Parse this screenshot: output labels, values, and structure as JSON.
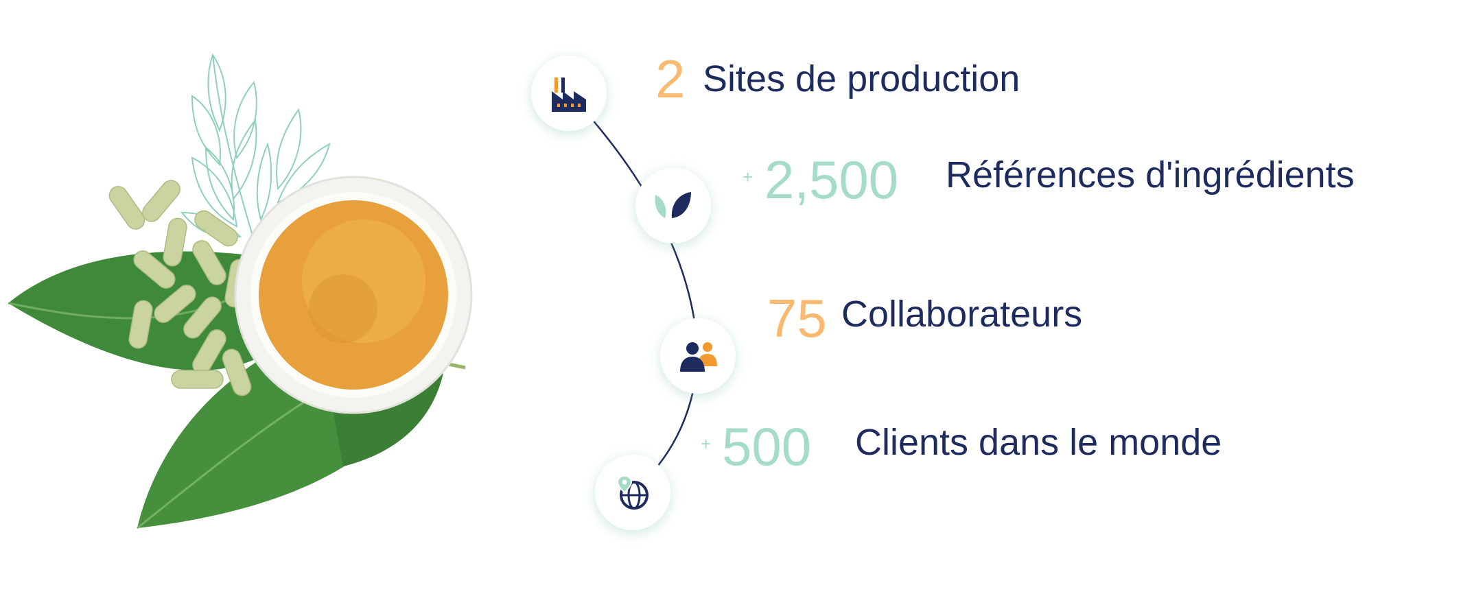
{
  "colors": {
    "orange": "#F9B96E",
    "mint": "#A5DCC8",
    "navy": "#1E2B5E"
  },
  "stats": [
    {
      "prefix": "",
      "value": "2",
      "label": "Sites de production",
      "icon": "factory-icon",
      "value_color": "orange"
    },
    {
      "prefix": "+",
      "value": "2,500",
      "label": "Références d'ingrédients",
      "icon": "leaves-icon",
      "value_color": "mint"
    },
    {
      "prefix": "",
      "value": "75",
      "label": "Collaborateurs",
      "icon": "people-icon",
      "value_color": "orange"
    },
    {
      "prefix": "+",
      "value": "500",
      "label": "Clients dans le monde",
      "icon": "globe-location-icon",
      "value_color": "mint"
    }
  ]
}
